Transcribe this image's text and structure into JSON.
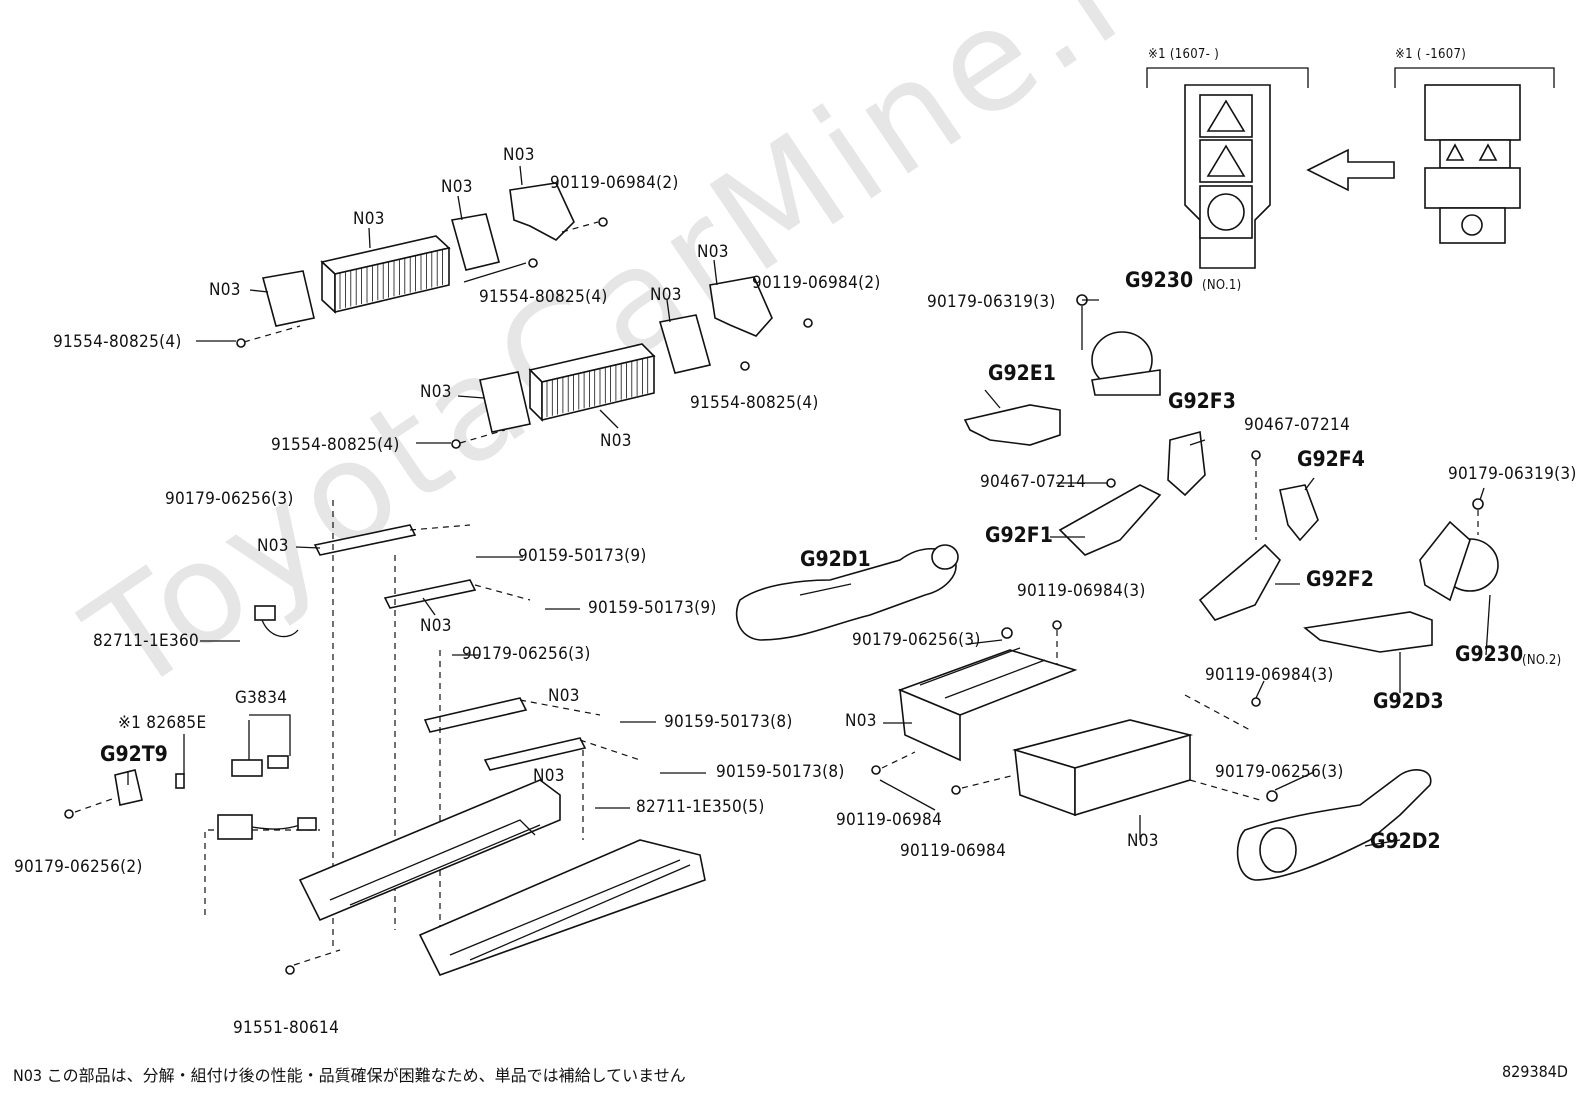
{
  "watermark": "ToyotaCarMine.ru",
  "labels": [
    {
      "id": "p1",
      "text": "N03"
    },
    {
      "id": "p2",
      "text": "N03"
    },
    {
      "id": "p3",
      "text": "N03"
    },
    {
      "id": "p4",
      "text": "N03"
    },
    {
      "id": "p5",
      "text": "90119-06984(2)"
    },
    {
      "id": "p6",
      "text": "91554-80825(4)"
    },
    {
      "id": "p7",
      "text": "91554-80825(4)"
    },
    {
      "id": "p8",
      "text": "N03"
    },
    {
      "id": "p9",
      "text": "N03"
    },
    {
      "id": "p10",
      "text": "90119-06984(2)"
    },
    {
      "id": "p11",
      "text": "N03"
    },
    {
      "id": "p12",
      "text": "91554-80825(4)"
    },
    {
      "id": "p13",
      "text": "91554-80825(4)"
    },
    {
      "id": "p14",
      "text": "N03"
    },
    {
      "id": "p15",
      "text": "90179-06256(3)"
    },
    {
      "id": "p16",
      "text": "N03"
    },
    {
      "id": "p17",
      "text": "90159-50173(9)"
    },
    {
      "id": "p18",
      "text": "90159-50173(9)"
    },
    {
      "id": "p19",
      "text": "N03"
    },
    {
      "id": "p20",
      "text": "82711-1E360"
    },
    {
      "id": "p21",
      "text": "90179-06256(3)"
    },
    {
      "id": "p22",
      "text": "G3834"
    },
    {
      "id": "p23",
      "text": "※1 82685E"
    },
    {
      "id": "p24",
      "text": "N03"
    },
    {
      "id": "p25",
      "text": "90159-50173(8)"
    },
    {
      "id": "p26",
      "text": "G92T9"
    },
    {
      "id": "p27",
      "text": "N03"
    },
    {
      "id": "p28",
      "text": "90159-50173(8)"
    },
    {
      "id": "p29",
      "text": "82711-1E350(5)"
    },
    {
      "id": "p30",
      "text": "90179-06256(2)"
    },
    {
      "id": "p31",
      "text": "91551-80614"
    },
    {
      "id": "p32",
      "text": "G9230"
    },
    {
      "id": "p33",
      "text": "(NO.1)"
    },
    {
      "id": "p34",
      "text": "90179-06319(3)"
    },
    {
      "id": "p35",
      "text": "G92E1"
    },
    {
      "id": "p36",
      "text": "G92F3"
    },
    {
      "id": "p37",
      "text": "90467-07214"
    },
    {
      "id": "p38",
      "text": "90467-07214"
    },
    {
      "id": "p39",
      "text": "G92F4"
    },
    {
      "id": "p40",
      "text": "90179-06319(3)"
    },
    {
      "id": "p41",
      "text": "G92F1"
    },
    {
      "id": "p42",
      "text": "G92D1"
    },
    {
      "id": "p43",
      "text": "G92F2"
    },
    {
      "id": "p44",
      "text": "90119-06984(3)"
    },
    {
      "id": "p45",
      "text": "90179-06256(3)"
    },
    {
      "id": "p46",
      "text": "G9230"
    },
    {
      "id": "p47",
      "text": "(NO.2)"
    },
    {
      "id": "p48",
      "text": "90119-06984(3)"
    },
    {
      "id": "p49",
      "text": "G92D3"
    },
    {
      "id": "p50",
      "text": "N03"
    },
    {
      "id": "p51",
      "text": "90179-06256(3)"
    },
    {
      "id": "p52",
      "text": "90119-06984"
    },
    {
      "id": "p53",
      "text": "90119-06984"
    },
    {
      "id": "p54",
      "text": "N03"
    },
    {
      "id": "p55",
      "text": "G92D2"
    },
    {
      "id": "p56",
      "text": "※1 (1607-       )"
    },
    {
      "id": "p57",
      "text": "※1 (        -1607)"
    }
  ],
  "footnote": "N03 この部品は、分解・組付け後の性能・品質確保が困難なため、単品では補給していません",
  "doc_id": "829384D"
}
